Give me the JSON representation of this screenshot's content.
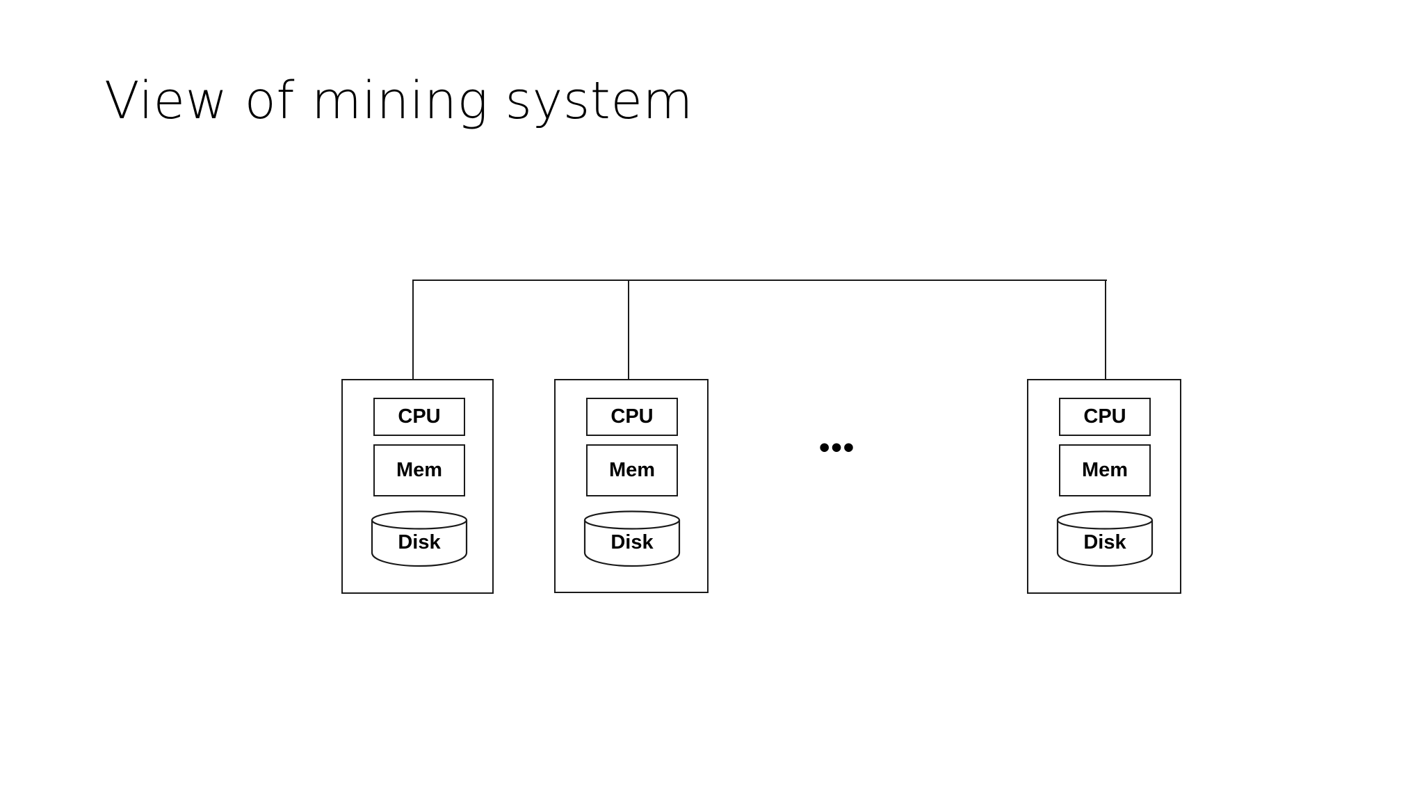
{
  "slide": {
    "title": "View of mining system",
    "background_color": "#ffffff",
    "line_color": "#1a1a1a",
    "text_color": "#000000"
  },
  "diagram": {
    "type": "cluster-architecture",
    "description": "A bus connects three machine nodes; each node contains CPU, Mem and Disk.",
    "ellipsis": "•••",
    "ellipsis_meaning": "additional nodes omitted",
    "nodes": [
      {
        "id": "node-1",
        "parts": [
          {
            "id": "cpu",
            "label": "CPU",
            "shape": "rectangle"
          },
          {
            "id": "mem",
            "label": "Mem",
            "shape": "rectangle"
          },
          {
            "id": "disk",
            "label": "Disk",
            "shape": "cylinder"
          }
        ]
      },
      {
        "id": "node-2",
        "parts": [
          {
            "id": "cpu",
            "label": "CPU",
            "shape": "rectangle"
          },
          {
            "id": "mem",
            "label": "Mem",
            "shape": "rectangle"
          },
          {
            "id": "disk",
            "label": "Disk",
            "shape": "cylinder"
          }
        ]
      },
      {
        "id": "node-3",
        "parts": [
          {
            "id": "cpu",
            "label": "CPU",
            "shape": "rectangle"
          },
          {
            "id": "mem",
            "label": "Mem",
            "shape": "rectangle"
          },
          {
            "id": "disk",
            "label": "Disk",
            "shape": "cylinder"
          }
        ]
      }
    ]
  }
}
